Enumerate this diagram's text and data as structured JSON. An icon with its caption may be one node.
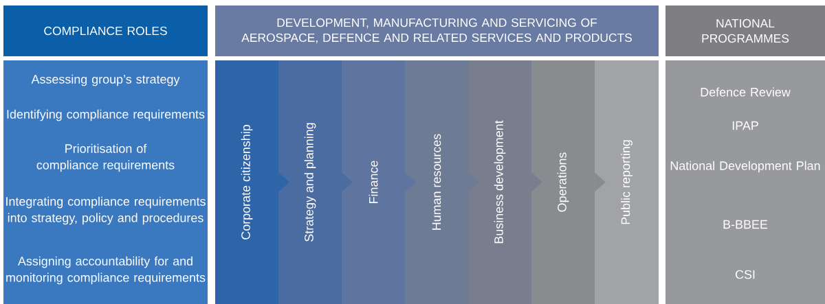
{
  "diagram": {
    "nodes": [
      {
        "text": [
          "COMPLIANCE ROLES"
        ]
      },
      {
        "text": [
          "DEVELOPMENT, MANUFACTURING AND SERVICING OF AEROSPACE, DEFENCE AND RELATED SERVICES AND PRODUCTS"
        ]
      },
      {
        "text": [
          "NATIONAL PROGRAMMES"
        ]
      },
      {
        "text": [
          "Assessing group’s strategy",
          "Identifying compliance requirements",
          "Prioritisation of compliance requirements",
          "Integrating compliance requirements into strategy, policy and procedures",
          "Assigning accountability for and monitoring compliance requirements"
        ]
      },
      {
        "text": [
          "Corporate citizenship"
        ]
      },
      {
        "text": [
          "Strategy and planning"
        ]
      },
      {
        "text": [
          "Finance"
        ]
      },
      {
        "text": [
          "Human resources"
        ]
      },
      {
        "text": [
          "Business development"
        ]
      },
      {
        "text": [
          "Operations"
        ]
      },
      {
        "text": [
          "Public reporting"
        ]
      },
      {
        "text": [
          "Defence Review",
          "IPAP",
          "National Development Plan",
          "B-BBEE",
          "CSI"
        ]
      }
    ],
    "edges": [
      {
        "from": 4,
        "to": 5,
        "arrow": "to"
      },
      {
        "from": 5,
        "to": 6,
        "arrow": "to"
      },
      {
        "from": 6,
        "to": 7,
        "arrow": "to"
      },
      {
        "from": 7,
        "to": 8,
        "arrow": "to"
      },
      {
        "from": 8,
        "to": 9,
        "arrow": "to"
      },
      {
        "from": 9,
        "to": 10,
        "arrow": "to"
      }
    ]
  }
}
